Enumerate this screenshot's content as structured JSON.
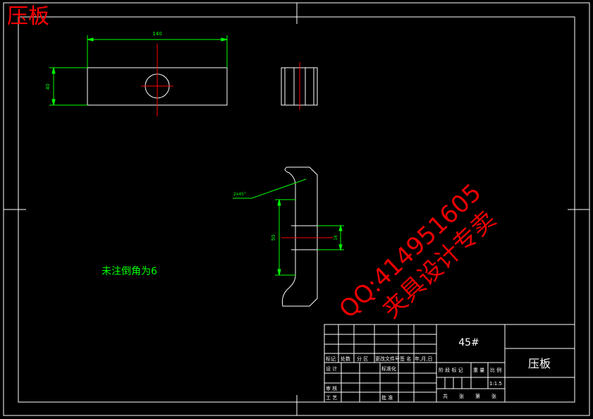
{
  "corner_title": "压板",
  "dims": {
    "top_length": "140",
    "top_height": "40",
    "chamfer": "2x45°",
    "body_height": "50",
    "hole_dia": "16"
  },
  "note": "未注倒角为6",
  "watermark": {
    "line1": "QQ:414951605",
    "line2": "夹具设计专卖"
  },
  "title_block": {
    "material": "45#",
    "part_name": "压板",
    "rev_headers": [
      "标记",
      "处数",
      "分 区",
      "更改文件号",
      "签 名",
      "年,月,日"
    ],
    "design": "设 计",
    "standardize": "标准化",
    "review": "审 核",
    "process": "工 艺",
    "approve": "批 准",
    "stage_headers": [
      "阶 段 标 记",
      "重 量",
      "比 例"
    ],
    "scale": "1:1.5",
    "sheets": [
      "共",
      "张",
      "第",
      "张"
    ]
  },
  "colors": {
    "background": "#000000",
    "outline": "#ffffff",
    "center_line": "#ff0000",
    "dimension": "#00ff00",
    "title": "#ff0000"
  }
}
